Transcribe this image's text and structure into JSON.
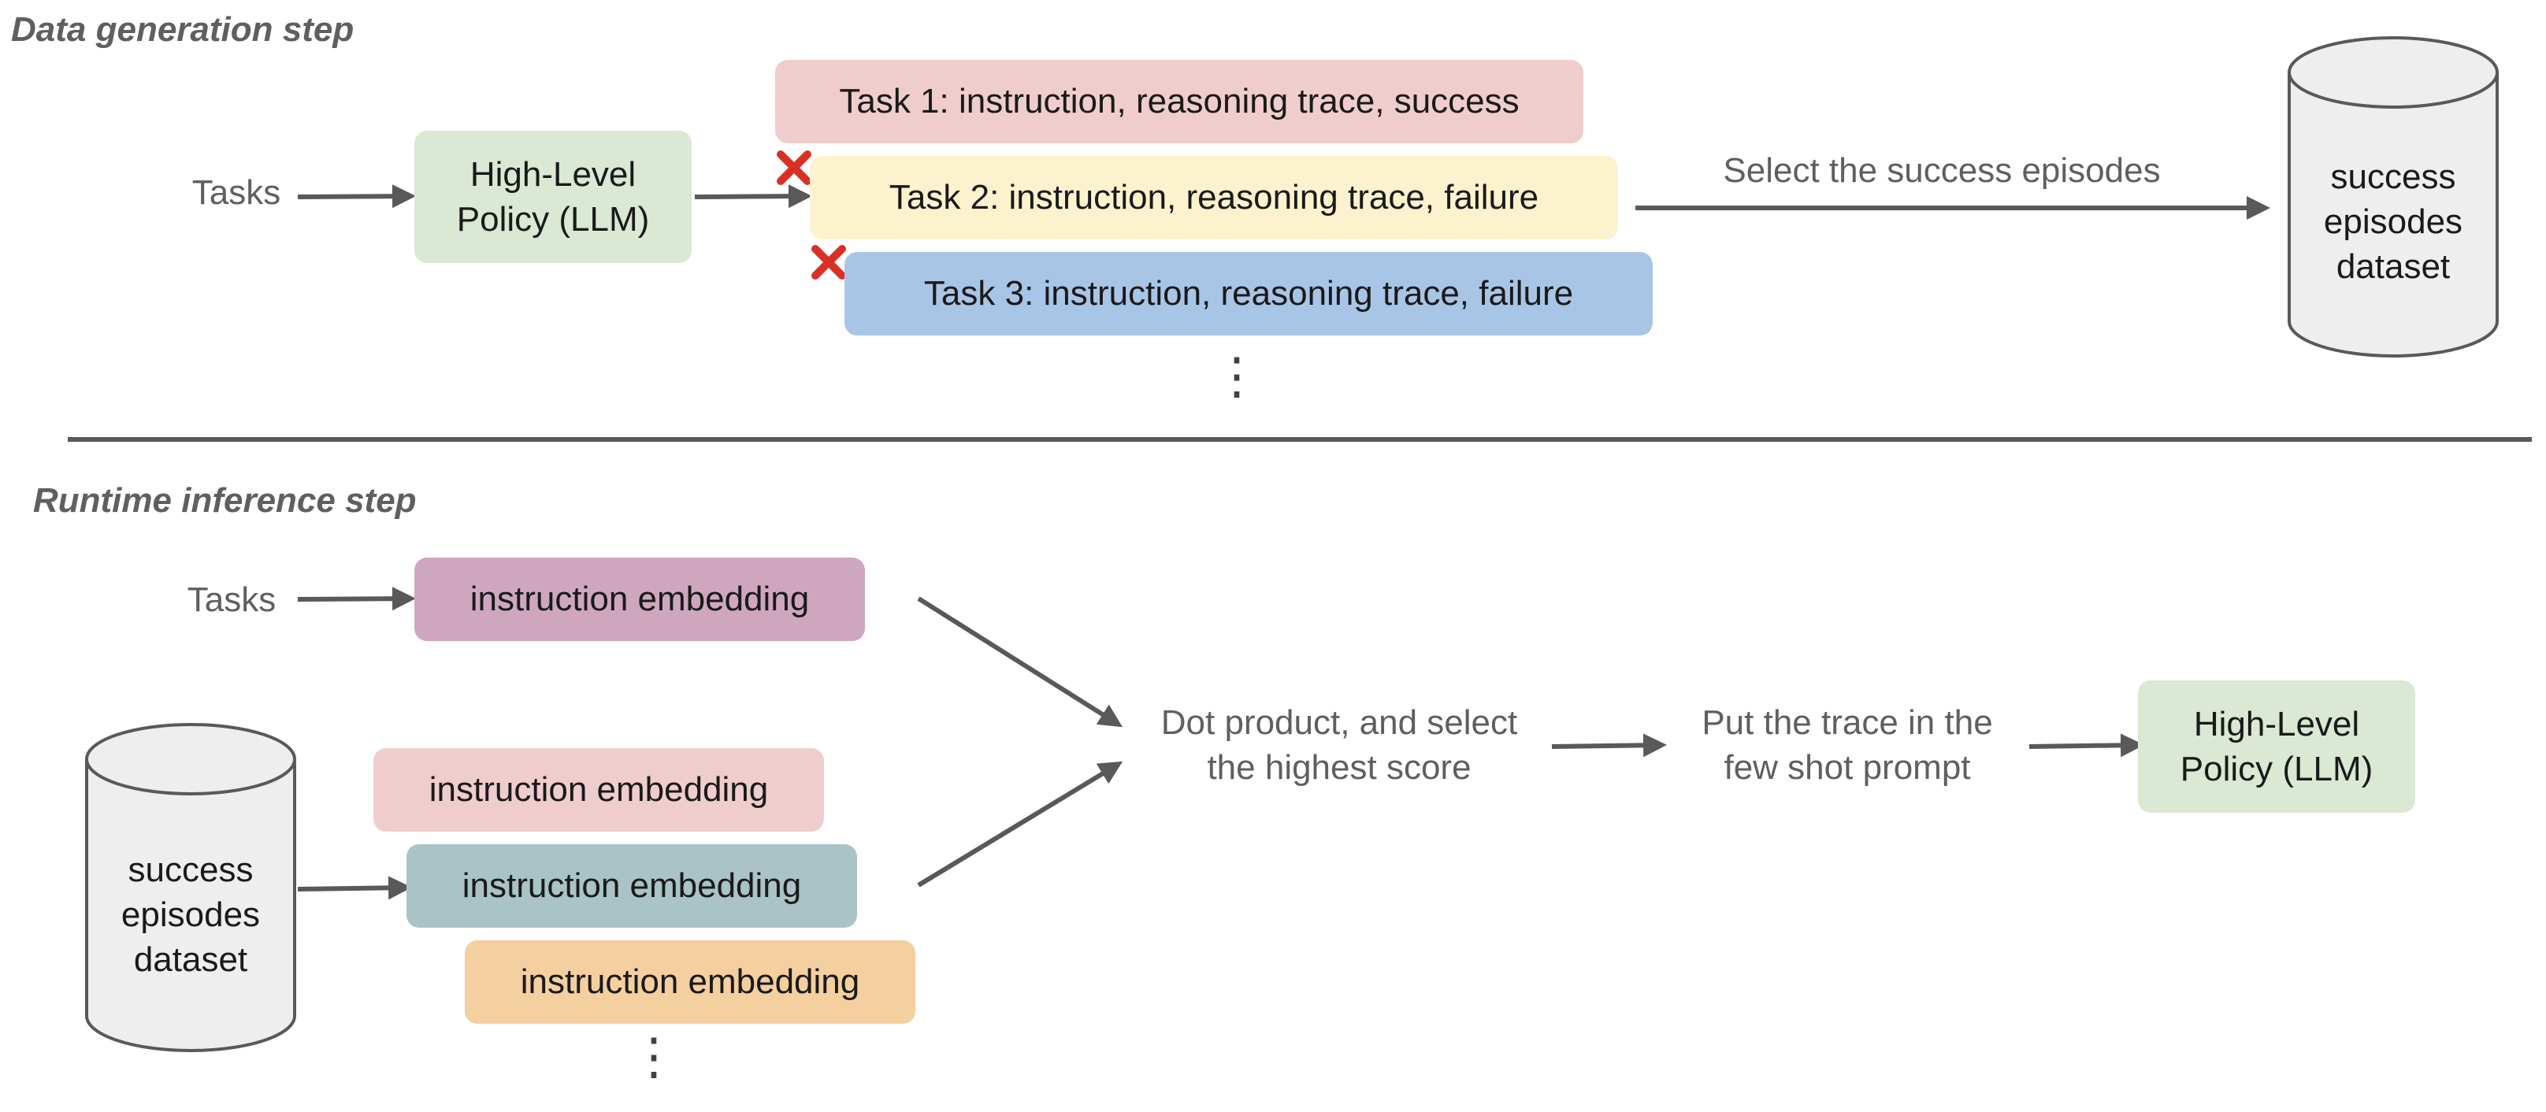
{
  "colors": {
    "arrow": "#595959",
    "policy_green": "#dae8d4",
    "task1_pink": "#f0cdcd",
    "task2_yellow": "#fcf2cd",
    "task3_blue": "#a9c5e6",
    "embed_purple": "#cea7bf",
    "embed_pink": "#f0cdcd",
    "embed_teal": "#a9c3c6",
    "embed_orange": "#f4cf9f",
    "cross_red": "#d93025",
    "cylinder_fill": "#eeeeee",
    "cylinder_stroke": "#595959"
  },
  "data_generation": {
    "title": "Data generation step",
    "tasks_label": "Tasks",
    "policy_label": "High-Level Policy (LLM)",
    "task_rows": [
      "Task 1: instruction, reasoning trace, success",
      "Task 2: instruction, reasoning trace, failure",
      "Task 3: instruction, reasoning trace, failure"
    ],
    "continuation": "⋮",
    "select_label": "Select the success episodes",
    "dataset_lines": [
      "success",
      "episodes",
      "dataset"
    ]
  },
  "runtime_inference": {
    "title": "Runtime inference step",
    "tasks_label": "Tasks",
    "query_embedding_label": "instruction embedding",
    "dataset_lines": [
      "success",
      "episodes",
      "dataset"
    ],
    "dataset_embeddings": [
      "instruction embedding",
      "instruction embedding",
      "instruction embedding"
    ],
    "continuation": "⋮",
    "dot_product_label": "Dot product, and select the highest score",
    "few_shot_label": "Put the trace in the few shot prompt",
    "policy_label": "High-Level Policy (LLM)"
  }
}
